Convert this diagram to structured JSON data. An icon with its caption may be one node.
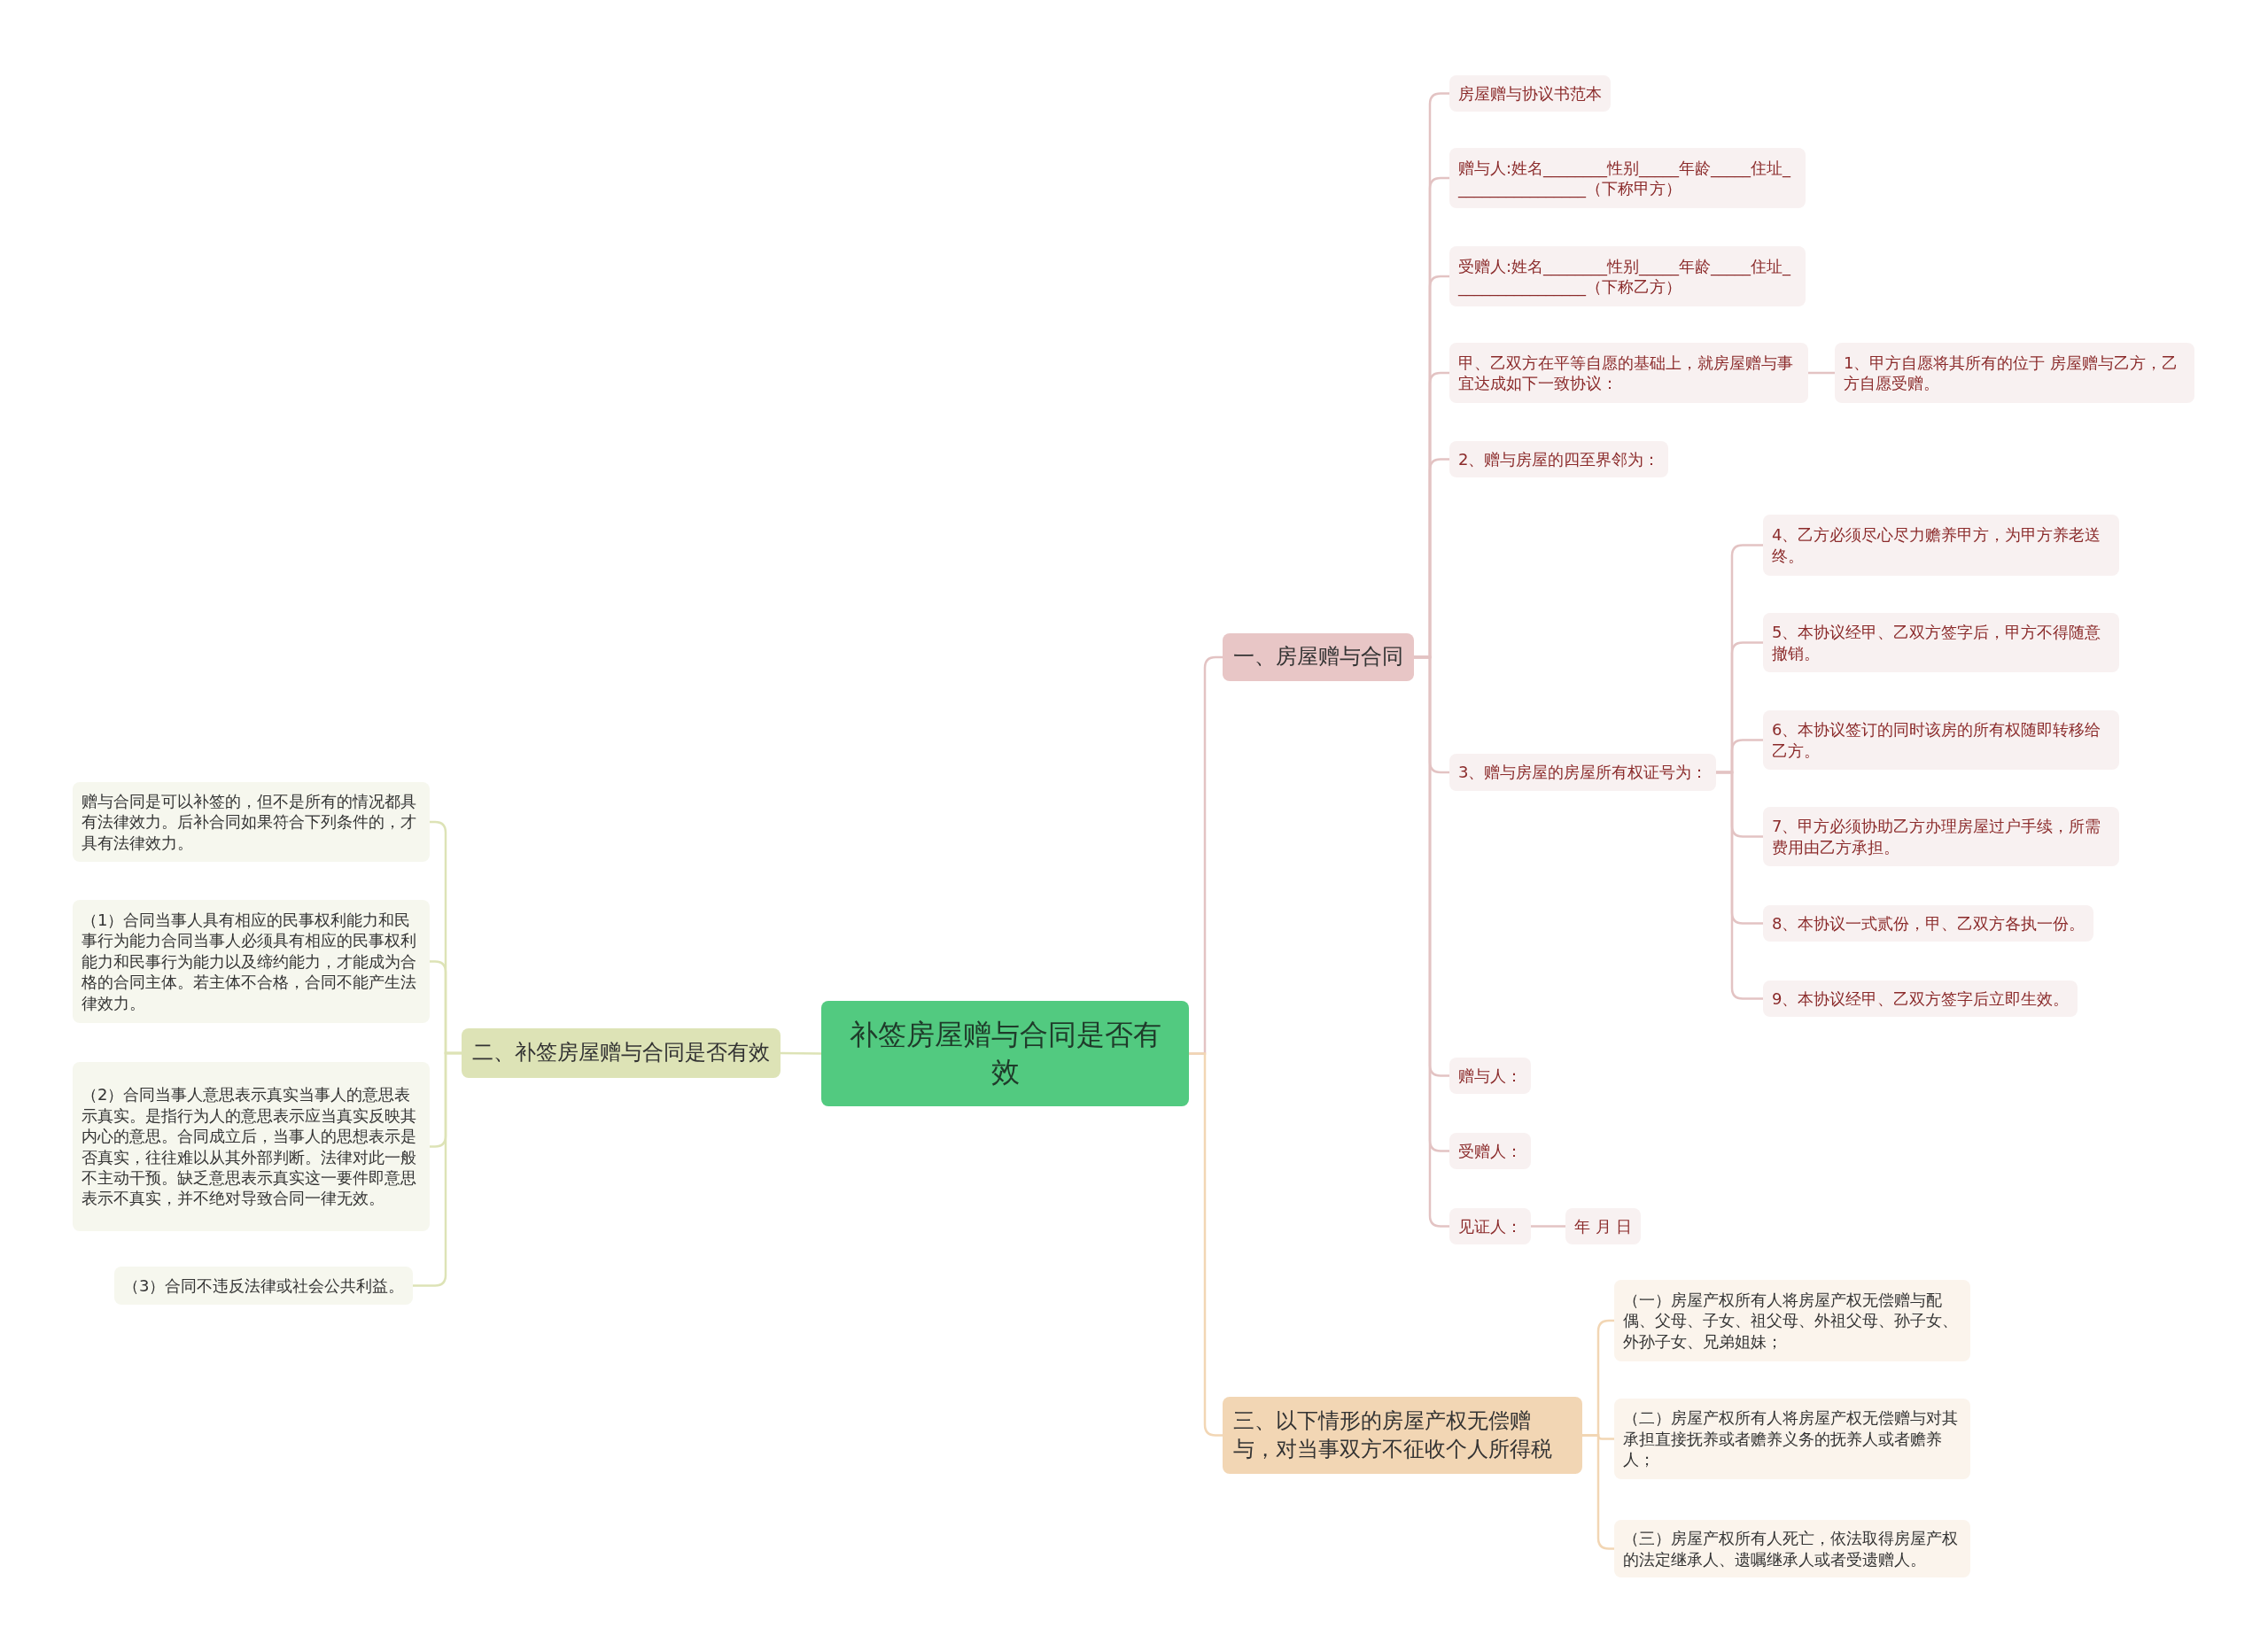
{
  "diagram": {
    "nodes": [
      {
        "text": [
          "补签房屋赠与合同是否有效"
        ]
      },
      {
        "text": [
          "一、房屋赠与合同"
        ]
      },
      {
        "text": [
          "房屋赠与协议书范本"
        ]
      },
      {
        "text": [
          "赠与人:姓名________性别_____年龄_____住址_________________（下称甲方）"
        ]
      },
      {
        "text": [
          "受赠人:姓名________性别_____年龄_____住址_________________（下称乙方）"
        ]
      },
      {
        "text": [
          "甲、乙双方在平等自愿的基础上，就房屋赠与事宜达成如下一致协议："
        ]
      },
      {
        "text": [
          "1、甲方自愿将其所有的位于 房屋赠与乙方，乙方自愿受赠。"
        ]
      },
      {
        "text": [
          "2、赠与房屋的四至界邻为："
        ]
      },
      {
        "text": [
          "3、赠与房屋的房屋所有权证号为："
        ]
      },
      {
        "text": [
          "4、乙方必须尽心尽力赡养甲方，为甲方养老送终。"
        ]
      },
      {
        "text": [
          "5、本协议经甲、乙双方签字后，甲方不得随意撤销。"
        ]
      },
      {
        "text": [
          "6、本协议签订的同时该房的所有权随即转移给乙方。"
        ]
      },
      {
        "text": [
          "7、甲方必须协助乙方办理房屋过户手续，所需费用由乙方承担。"
        ]
      },
      {
        "text": [
          "8、本协议一式贰份，甲、乙双方各执一份。"
        ]
      },
      {
        "text": [
          "9、本协议经甲、乙双方签字后立即生效。"
        ]
      },
      {
        "text": [
          "赠与人："
        ]
      },
      {
        "text": [
          "受赠人："
        ]
      },
      {
        "text": [
          "见证人："
        ]
      },
      {
        "text": [
          "年 月 日"
        ]
      },
      {
        "text": [
          "二、补签房屋赠与合同是否有效"
        ]
      },
      {
        "text": [
          "赠与合同是可以补签的，但不是所有的情况都具有法律效力。后补合同如果符合下列条件的，才具有法律效力。"
        ]
      },
      {
        "text": [
          "（1）合同当事人具有相应的民事权利能力和民事行为能力合同当事人必须具有相应的民事权利能力和民事行为能力以及缔约能力，才能成为合格的合同主体。若主体不合格，合同不能产生法律效力。"
        ]
      },
      {
        "text": [
          "（2）合同当事人意思表示真实当事人的意思表示真实。是指行为人的意思表示应当真实反映其内心的意思。合同成立后，当事人的思想表示是否真实，往往难以从其外部判断。法律对此一般不主动干预。缺乏意思表示真实这一要件即意思表示不真实，并不绝对导致合同一律无效。"
        ]
      },
      {
        "text": [
          "（3）合同不违反法律或社会公共利益。"
        ]
      },
      {
        "text": [
          "三、以下情形的房屋产权无偿赠与，对当事双方不征收个人所得税"
        ]
      },
      {
        "text": [
          "（一）房屋产权所有人将房屋产权无偿赠与配偶、父母、子女、祖父母、外祖父母、孙子女、外孙子女、兄弟姐妹；"
        ]
      },
      {
        "text": [
          "（二）房屋产权所有人将房屋产权无偿赠与对其承担直接抚养或者赡养义务的抚养人或者赡养人；"
        ]
      },
      {
        "text": [
          "（三）房屋产权所有人死亡，依法取得房屋产权的法定继承人、遗嘱继承人或者受遗赠人。"
        ]
      }
    ],
    "edges": [
      {
        "from": 0,
        "to": 1,
        "arrow": "none"
      },
      {
        "from": 1,
        "to": 2,
        "arrow": "none"
      },
      {
        "from": 1,
        "to": 3,
        "arrow": "none"
      },
      {
        "from": 1,
        "to": 4,
        "arrow": "none"
      },
      {
        "from": 1,
        "to": 5,
        "arrow": "none"
      },
      {
        "from": 5,
        "to": 6,
        "arrow": "none"
      },
      {
        "from": 1,
        "to": 7,
        "arrow": "none"
      },
      {
        "from": 1,
        "to": 8,
        "arrow": "none"
      },
      {
        "from": 8,
        "to": 9,
        "arrow": "none"
      },
      {
        "from": 8,
        "to": 10,
        "arrow": "none"
      },
      {
        "from": 8,
        "to": 11,
        "arrow": "none"
      },
      {
        "from": 8,
        "to": 12,
        "arrow": "none"
      },
      {
        "from": 8,
        "to": 13,
        "arrow": "none"
      },
      {
        "from": 8,
        "to": 14,
        "arrow": "none"
      },
      {
        "from": 1,
        "to": 15,
        "arrow": "none"
      },
      {
        "from": 1,
        "to": 16,
        "arrow": "none"
      },
      {
        "from": 1,
        "to": 17,
        "arrow": "none"
      },
      {
        "from": 17,
        "to": 18,
        "arrow": "none"
      },
      {
        "from": 0,
        "to": 19,
        "arrow": "none",
        "color": "#dde3b6"
      },
      {
        "from": 19,
        "to": 20,
        "arrow": "none",
        "color": "#dde3b6"
      },
      {
        "from": 19,
        "to": 21,
        "arrow": "none",
        "color": "#dde3b6"
      },
      {
        "from": 19,
        "to": 22,
        "arrow": "none",
        "color": "#dde3b6"
      },
      {
        "from": 19,
        "to": 23,
        "arrow": "none",
        "color": "#dde3b6"
      },
      {
        "from": 0,
        "to": 24,
        "arrow": "none",
        "color": "#f2d6b4"
      },
      {
        "from": 24,
        "to": 25,
        "arrow": "none",
        "color": "#f2d6b4"
      },
      {
        "from": 24,
        "to": 26,
        "arrow": "none",
        "color": "#f2d6b4"
      },
      {
        "from": 24,
        "to": 27,
        "arrow": "none",
        "color": "#f2d6b4"
      }
    ]
  }
}
